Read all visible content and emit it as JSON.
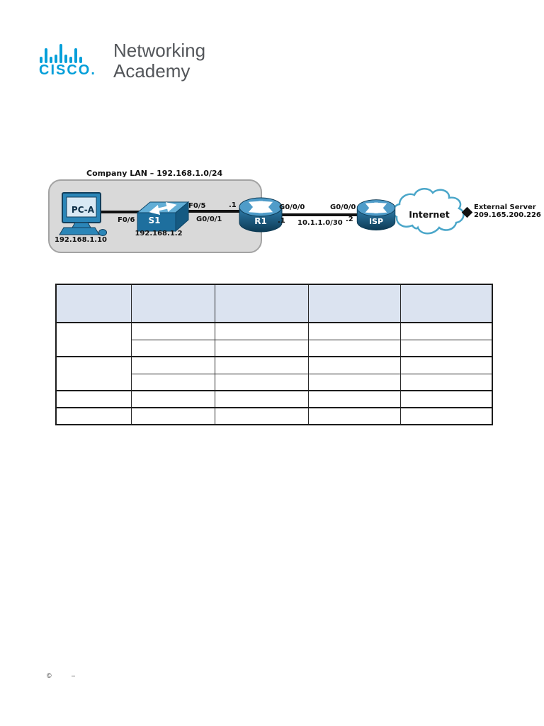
{
  "colors": {
    "cisco_blue": "#049fd9",
    "logo_gray": "#53565a",
    "device_blue": "#2e7cab",
    "table_header_fill": "#dbe3f0",
    "lan_box_fill": "#d9d9d9",
    "cloud_stroke": "#4aa6c9"
  },
  "logo": {
    "brand": "CISCO.",
    "line1": "Networking",
    "line2": "Academy"
  },
  "topology": {
    "lan_label": "Company LAN – 192.168.1.0/24",
    "pc": {
      "name": "PC-A",
      "ip": "192.168.1.10"
    },
    "switch": {
      "name": "S1",
      "ip": "192.168.1.2"
    },
    "router_r1": {
      "name": "R1"
    },
    "router_isp": {
      "name": "ISP"
    },
    "cloud": {
      "name": "Internet"
    },
    "server": {
      "name": "External Server",
      "ip": "209.165.200.226"
    },
    "labels": {
      "pc_s1_port": "F0/6",
      "s1_r1_port": "F0/5",
      "r1_lan_ip": ".1",
      "r1_lan_if": "G0/0/1",
      "r1_wan_if": "G0/0/0",
      "isp_wan_if": "G0/0/0",
      "r1_wan_ip": ".1",
      "wan_subnet": "10.1.1.0/30",
      "isp_wan_ip": ".2"
    }
  },
  "table": {
    "column_count": 5,
    "header_cells": [
      "",
      "",
      "",
      "",
      ""
    ]
  },
  "footer": {
    "copyright_symbol": "©",
    "dash": "–"
  }
}
